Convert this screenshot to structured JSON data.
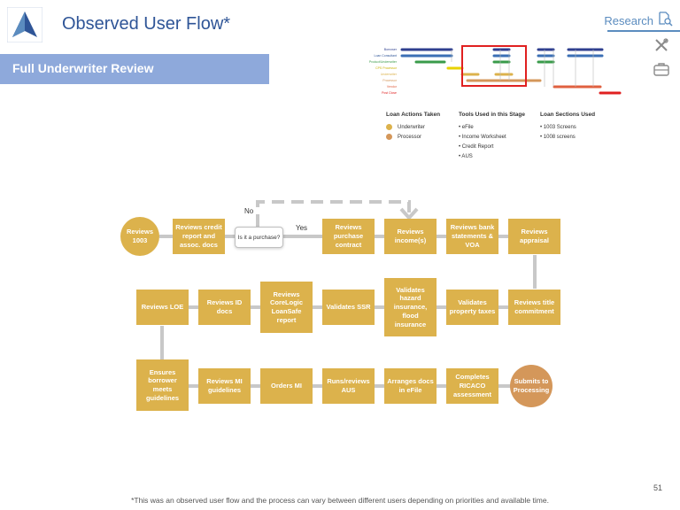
{
  "header": {
    "title": "Observed User Flow*",
    "research_label": "Research"
  },
  "section": {
    "title": "Full Underwriter Review"
  },
  "mini_map": {
    "lanes": [
      "Borrower",
      "Loan Consultant",
      "Product/Underwriter",
      "CPS Processor",
      "Underwriter",
      "Processor",
      "Vendor",
      "Post Close"
    ],
    "legend": {
      "actions_title": "Loan Actions Taken",
      "actions": [
        {
          "label": "Underwriter",
          "color": "#dcb24c"
        },
        {
          "label": "Processor",
          "color": "#d4975a"
        }
      ],
      "tools_title": "Tools Used in this Stage",
      "tools": [
        "• eFile",
        "• Income Worksheet",
        "• Credit Report",
        "• AUS"
      ],
      "sections_title": "Loan Sections Used",
      "sections": [
        "• 1003 Screens",
        "• 1008 screens"
      ]
    }
  },
  "flow": {
    "row1": {
      "start": "Reviews 1003",
      "credit": "Reviews credit report and assoc. docs",
      "decision": "Is it a purchase?",
      "yes": "Yes",
      "no": "No",
      "purchase": "Reviews purchase contract",
      "income": "Reviews income(s)",
      "bank": "Reviews bank statements & VOA",
      "appraisal": "Reviews appraisal"
    },
    "row2": {
      "loe": "Reviews LOE",
      "id": "Reviews ID docs",
      "corelogic": "Reviews CoreLogic LoanSafe report",
      "ssr": "Validates SSR",
      "hazard": "Validates hazard insurance, flood insurance",
      "tax": "Validates property taxes",
      "title": "Reviews title commitment"
    },
    "row3": {
      "ensures": "Ensures borrower meets guidelines",
      "mi_guide": "Reviews MI guidelines",
      "orders_mi": "Orders MI",
      "aus": "Runs/reviews AUS",
      "efile": "Arranges docs in eFile",
      "ricaco": "Completes RICACO assessment",
      "submit": "Submits to Processing"
    }
  },
  "colors": {
    "task": "#dcb24c",
    "end": "#d4975a",
    "band": "#8ea9db",
    "title": "#2f5597",
    "highlight": "#e02020"
  },
  "page_number": "51",
  "footnote": "*This was an observed user flow and the process can vary between different users depending on priorities and available time."
}
